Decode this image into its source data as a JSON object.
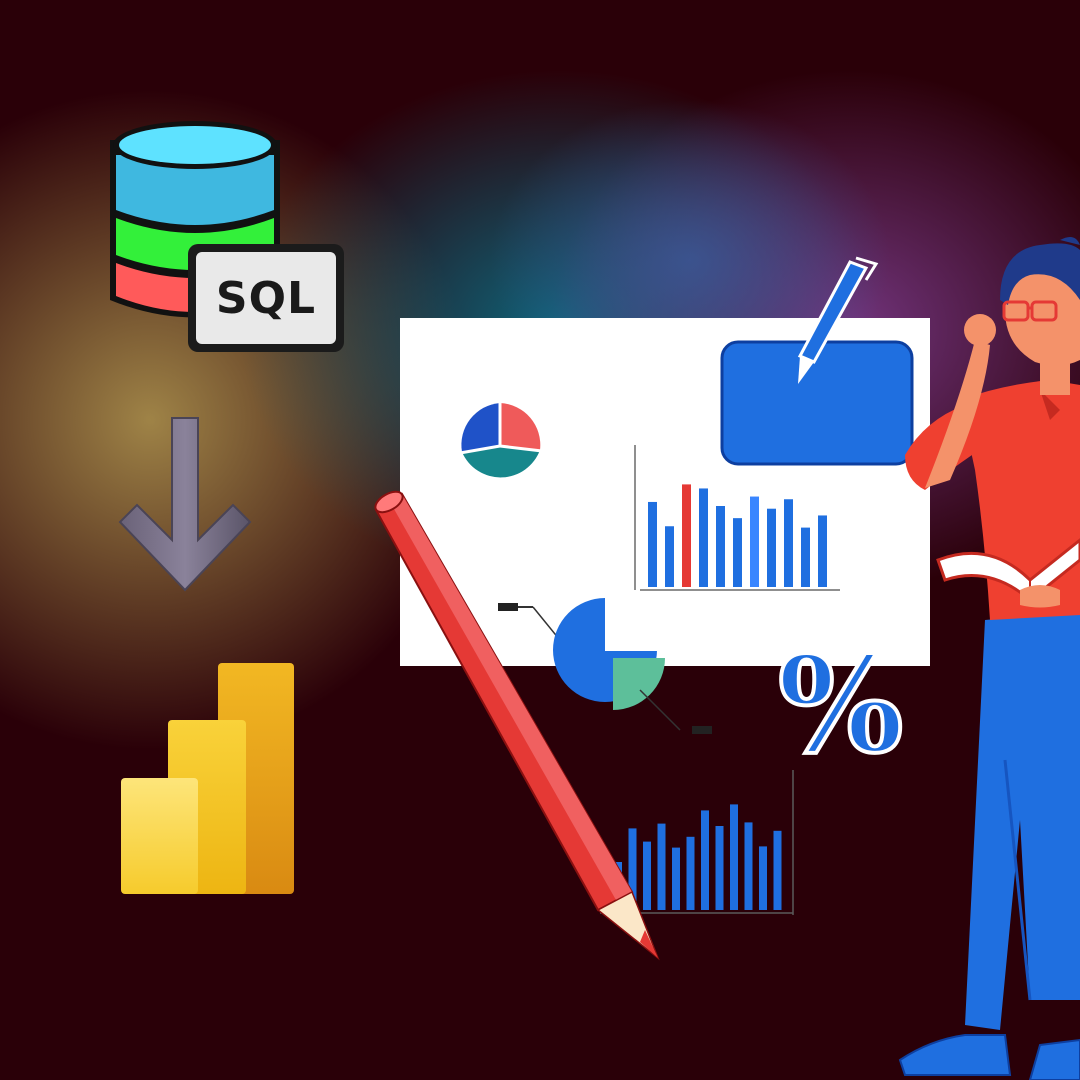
{
  "database_badge": {
    "label": "SQL"
  },
  "symbol": {
    "text": "%"
  },
  "icons": {
    "database": "database-icon",
    "arrow": "arrow-down-icon",
    "powerbi": "power-bi-logo",
    "pen": "pen-icon",
    "pencil": "pencil-icon",
    "person": "person-reading-illustration"
  },
  "colors": {
    "background": "#2a0008",
    "db_top": "#3fb8e0",
    "db_mid": "#33f03a",
    "db_bottom": "#ff5a5a",
    "accent_blue": "#1f6fe0",
    "accent_red": "#e53935",
    "teal": "#17878c",
    "powerbi_yellow": "#f2c811",
    "powerbi_orange": "#e8a317"
  },
  "panel_bars": [
    {
      "value": 63,
      "color": "#1f6fe0"
    },
    {
      "value": 45,
      "color": "#1f6fe0"
    },
    {
      "value": 76,
      "color": "#e53935"
    },
    {
      "value": 73,
      "color": "#1f6fe0"
    },
    {
      "value": 60,
      "color": "#1f6fe0"
    },
    {
      "value": 51,
      "color": "#1f6fe0"
    },
    {
      "value": 67,
      "color": "#3a86ff"
    },
    {
      "value": 58,
      "color": "#1f6fe0"
    },
    {
      "value": 65,
      "color": "#1f6fe0"
    },
    {
      "value": 44,
      "color": "#1f6fe0"
    },
    {
      "value": 53,
      "color": "#1f6fe0"
    }
  ],
  "lower_bars": [
    {
      "value": 40
    },
    {
      "value": 68
    },
    {
      "value": 57
    },
    {
      "value": 72
    },
    {
      "value": 52
    },
    {
      "value": 61
    },
    {
      "value": 83
    },
    {
      "value": 70
    },
    {
      "value": 88
    },
    {
      "value": 73
    },
    {
      "value": 53
    },
    {
      "value": 66
    }
  ]
}
